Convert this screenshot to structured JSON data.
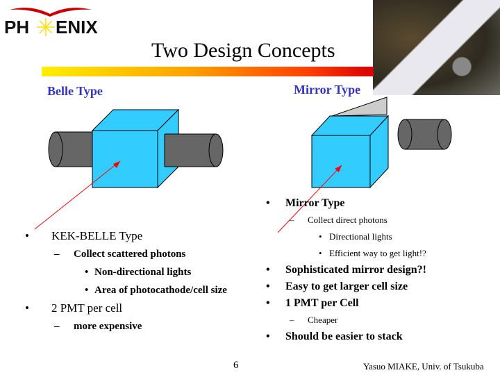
{
  "logo": {
    "text": "PHOENIX"
  },
  "title": "Two Design Concepts",
  "belle": {
    "heading": "Belle Type"
  },
  "mirror": {
    "heading": "Mirror Type"
  },
  "left_list": [
    {
      "text": "KEK-BELLE Type",
      "level": 1
    },
    {
      "text": "Collect scattered photons",
      "level": 2
    },
    {
      "text": "Non-directional lights",
      "level": 3
    },
    {
      "text": "Area of photocathode/cell size",
      "level": 3
    },
    {
      "text": "2 PMT per cell",
      "level": 1
    },
    {
      "text": "more expensive",
      "level": 2
    }
  ],
  "right_list": [
    {
      "text": "Mirror Type",
      "level": 1
    },
    {
      "text": "Collect direct photons",
      "level": 2
    },
    {
      "text": "Directional lights",
      "level": 3
    },
    {
      "text": "Efficient way to get light!?",
      "level": 3
    },
    {
      "text": "Sophisticated mirror design?!",
      "level": 1
    },
    {
      "text": "Easy to get larger cell size",
      "level": 1
    },
    {
      "text": "1 PMT per Cell",
      "level": 1
    },
    {
      "text": "Cheaper",
      "level": 2
    },
    {
      "text": "Should be easier to stack",
      "level": 1
    }
  ],
  "page_number": "6",
  "footer": "Yasuo MIAKE, Univ. of Tsukuba",
  "colors": {
    "heading": "#3333cc",
    "cube": "#33ccff",
    "pmt": "#666666",
    "arrow": "#ff0000"
  }
}
